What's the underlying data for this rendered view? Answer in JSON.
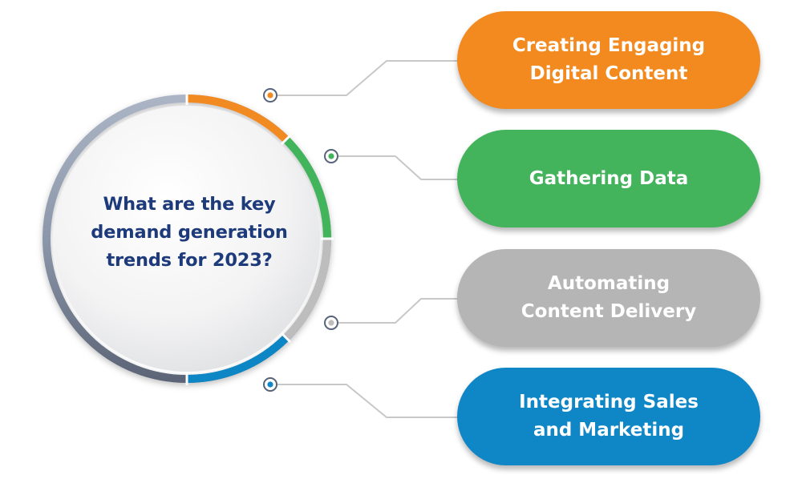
{
  "center": {
    "line1": "What are the key",
    "line2": "demand generation",
    "line3": "trends for 2023?"
  },
  "items": [
    {
      "line1": "Creating Engaging",
      "line2": "Digital Content",
      "color": "#f28a20"
    },
    {
      "line1": "Gathering Data",
      "line2": "",
      "color": "#43b45c"
    },
    {
      "line1": "Automating",
      "line2": "Content Delivery",
      "color": "#b5b5b5"
    },
    {
      "line1": "Integrating Sales",
      "line2": "and Marketing",
      "color": "#0f86c6"
    }
  ],
  "colors": {
    "center_text": "#1d3a7a",
    "connector": "#c8c8c8",
    "ring_base": "#76849a"
  }
}
